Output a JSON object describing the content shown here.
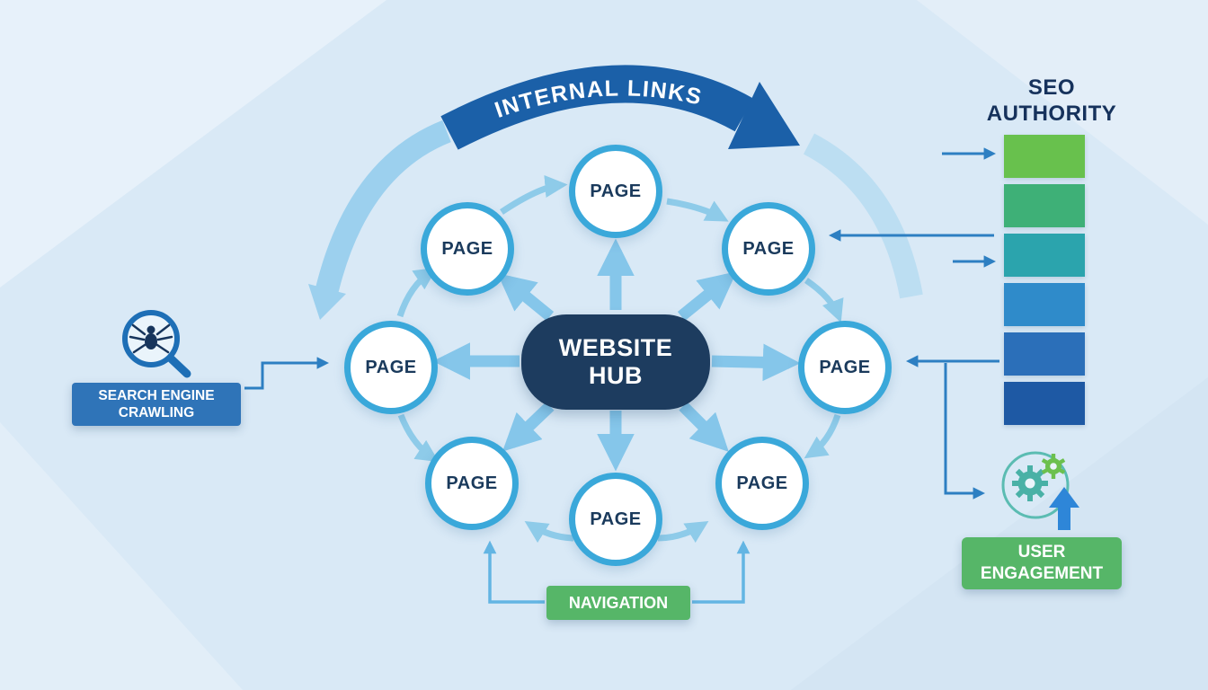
{
  "hub": {
    "line1": "WEBSITE",
    "line2": "HUB"
  },
  "pages": [
    "PAGE",
    "PAGE",
    "PAGE",
    "PAGE",
    "PAGE",
    "PAGE",
    "PAGE",
    "PAGE"
  ],
  "internal_links_label": "INTERNAL LINKS",
  "search_engine_crawling": {
    "line1": "SEARCH ENGINE",
    "line2": "CRAWLING"
  },
  "navigation_label": "NAVIGATION",
  "seo_authority": {
    "line1": "SEO",
    "line2": "AUTHORITY",
    "bars": [
      "#68c14d",
      "#3eb077",
      "#2ba4ad",
      "#2f8bca",
      "#2b6fb9",
      "#1e59a4"
    ]
  },
  "user_engagement": {
    "line1": "USER",
    "line2": "ENGAGEMENT"
  },
  "colors": {
    "background": "#d9e9f6",
    "hub": "#1d3c5f",
    "page_border": "#3aa8da",
    "page_text": "#1a3a5c",
    "hub_arrow": "#85c6ea",
    "internal_links_arc": "#1b60a8",
    "light_arc": "#9cd0ee",
    "crawl_label": "#2f74b8",
    "green_label": "#56b668",
    "connector": "#2d7fc2"
  }
}
